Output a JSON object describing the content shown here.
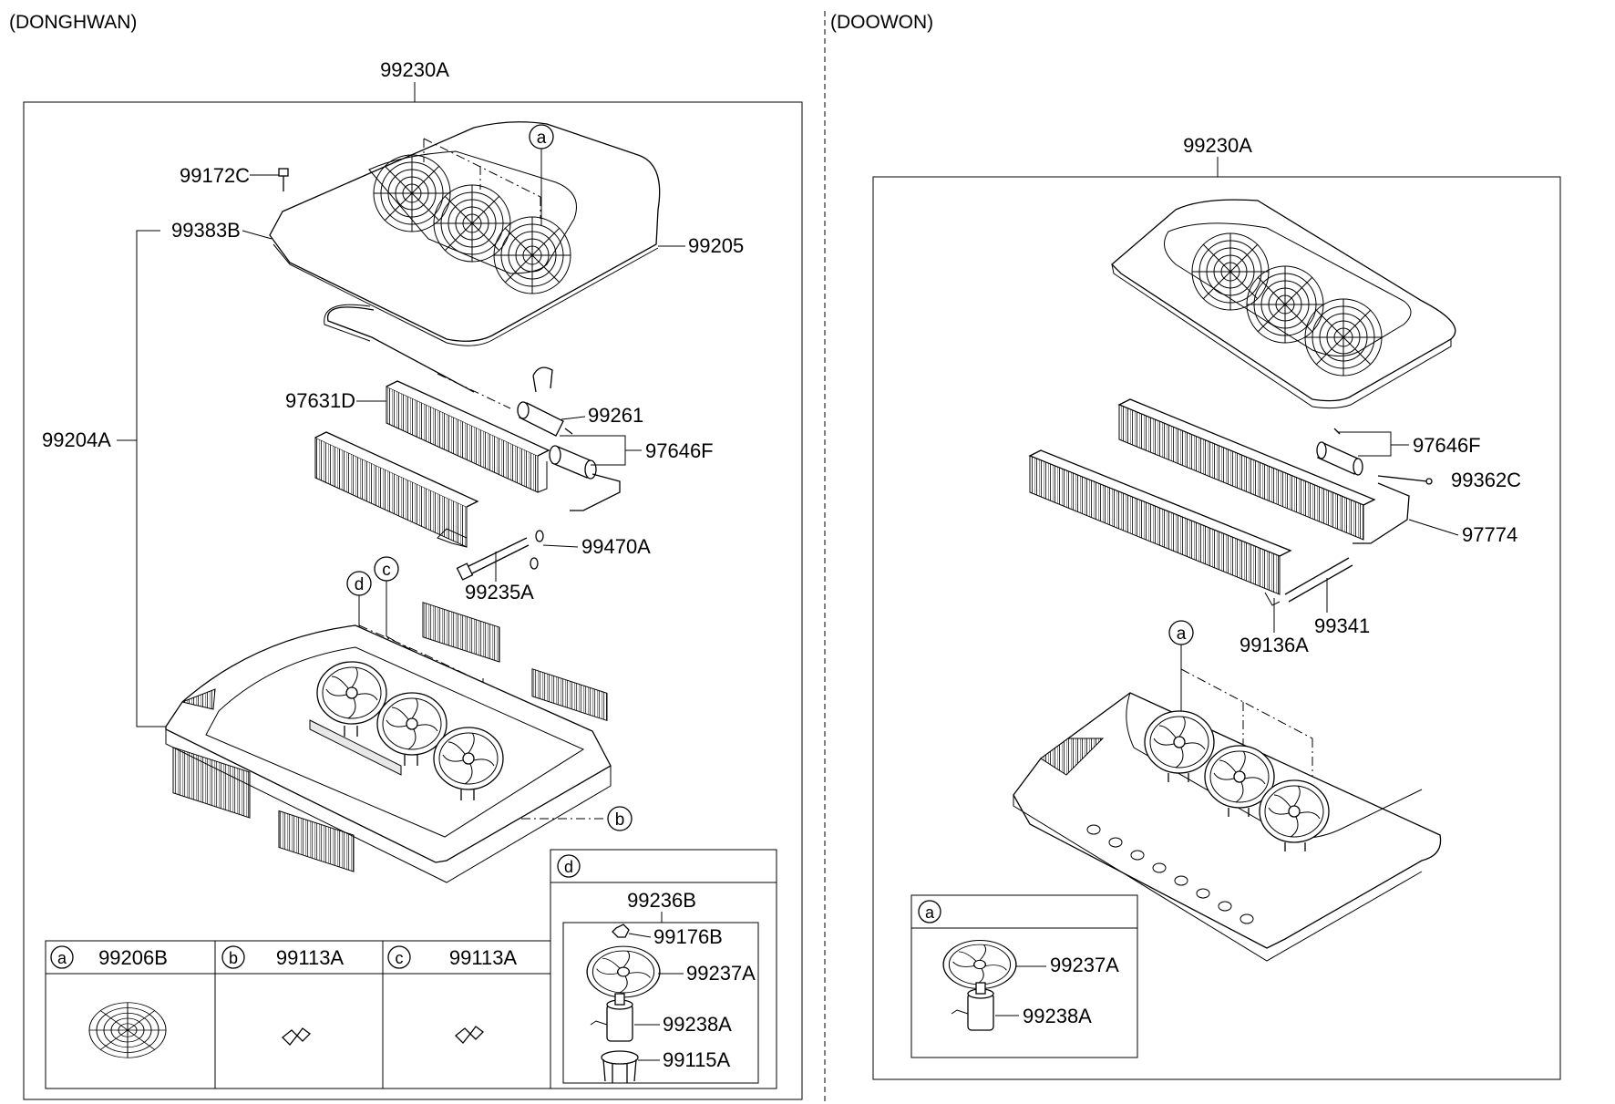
{
  "sections": {
    "left_title": "(DONGHWAN)",
    "right_title": "(DOOWON)"
  },
  "left": {
    "assembly": "99230A",
    "parts": {
      "p99172C": "99172C",
      "p99383B": "99383B",
      "p99205": "99205",
      "p99204A": "99204A",
      "p97631D": "97631D",
      "p99261": "99261",
      "p97646F": "97646F",
      "p99470A": "99470A",
      "p99235A": "99235A"
    },
    "callouts": {
      "a": "a",
      "b": "b",
      "c": "c",
      "d": "d"
    },
    "detail_table": [
      {
        "letter": "a",
        "part": "99206B"
      },
      {
        "letter": "b",
        "part": "99113A"
      },
      {
        "letter": "c",
        "part": "99113A"
      }
    ],
    "detail_d": {
      "letter": "d",
      "assembly": "99236B",
      "parts": [
        "99176B",
        "99237A",
        "99238A",
        "99115A"
      ]
    }
  },
  "right": {
    "assembly": "99230A",
    "parts": {
      "p97646F": "97646F",
      "p99362C": "99362C",
      "p97774": "97774",
      "p99341": "99341",
      "p99136A": "99136A"
    },
    "callouts": {
      "a": "a"
    },
    "detail_a": {
      "letter": "a",
      "parts": [
        "99237A",
        "99238A"
      ]
    }
  }
}
